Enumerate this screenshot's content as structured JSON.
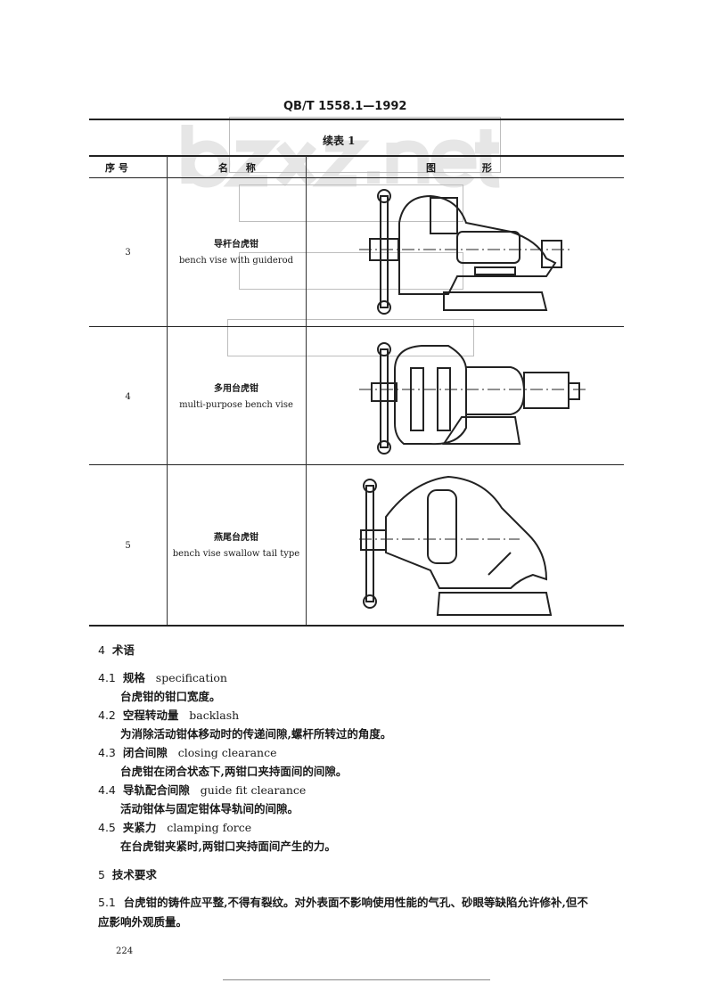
{
  "header": {
    "standard_code": "QB/T 1558.1—1992",
    "table_caption": "续表 1"
  },
  "watermark": "bzxz.net",
  "table": {
    "columns": [
      "序 号",
      "名 称",
      "图 形"
    ],
    "rows": [
      {
        "no": "3",
        "name_cn": "导杆台虎钳",
        "name_en": "bench vise with guiderod",
        "figure": "vise-guiderod"
      },
      {
        "no": "4",
        "name_cn": "多用台虎钳",
        "name_en": "multi-purpose bench vise",
        "figure": "vise-multipurpose"
      },
      {
        "no": "5",
        "name_cn": "燕尾台虎钳",
        "name_en": "bench vise swallow tail type",
        "figure": "vise-swallow-tail"
      }
    ]
  },
  "section4": {
    "num": "4",
    "title": "术语",
    "items": [
      {
        "num": "4.1",
        "cn": "规格",
        "en": "specification",
        "def": "台虎钳的钳口宽度。"
      },
      {
        "num": "4.2",
        "cn": "空程转动量",
        "en": "backlash",
        "def": "为消除活动钳体移动时的传递间隙,螺杆所转过的角度。"
      },
      {
        "num": "4.3",
        "cn": "闭合间隙",
        "en": "closing clearance",
        "def": "台虎钳在闭合状态下,两钳口夹持面间的间隙。"
      },
      {
        "num": "4.4",
        "cn": "导轨配合间隙",
        "en": "guide fit clearance",
        "def": "活动钳体与固定钳体导轨间的间隙。"
      },
      {
        "num": "4.5",
        "cn": "夹紧力",
        "en": "clamping force",
        "def": "在台虎钳夹紧时,两钳口夹持面间产生的力。"
      }
    ]
  },
  "section5": {
    "num": "5",
    "title": "技术要求",
    "items": [
      {
        "num": "5.1",
        "line1": "台虎钳的铸件应平整,不得有裂纹。对外表面不影响使用性能的气孔、砂眼等缺陷允许修补,但不",
        "line2": "应影响外观质量。"
      }
    ]
  },
  "footer": {
    "page_number": "224"
  }
}
